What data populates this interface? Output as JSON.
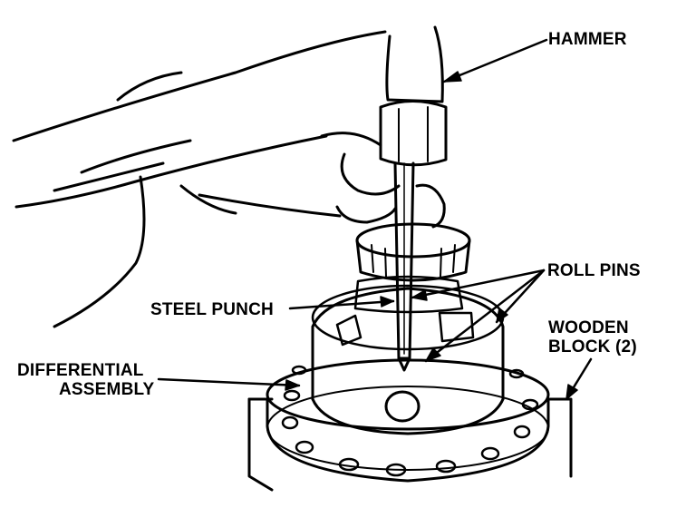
{
  "labels": {
    "hammer": "HAMMER",
    "roll_pins": "ROLL PINS",
    "steel_punch": "STEEL PUNCH",
    "wooden_block_line1": "WOODEN",
    "wooden_block_line2": "BLOCK (2)",
    "differential_line1": "DIFFERENTIAL",
    "differential_line2": "ASSEMBLY"
  },
  "colors": {
    "ink": "#000000",
    "paper": "#ffffff"
  }
}
